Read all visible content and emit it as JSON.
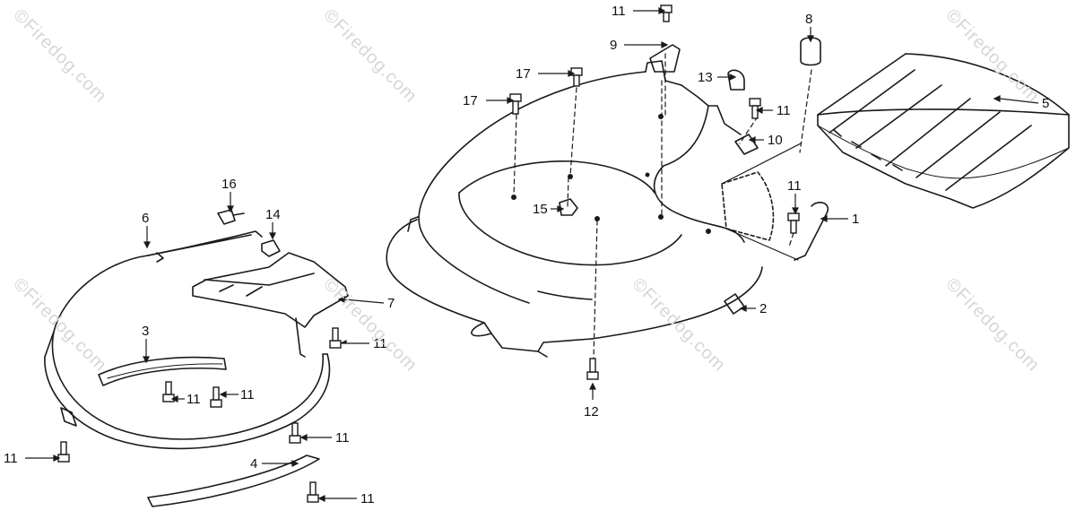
{
  "watermark": "©Firedog.com",
  "callouts": [
    {
      "id": "c11a",
      "label": "11"
    },
    {
      "id": "c9",
      "label": "9"
    },
    {
      "id": "c17a",
      "label": "17"
    },
    {
      "id": "c17b",
      "label": "17"
    },
    {
      "id": "c13",
      "label": "13"
    },
    {
      "id": "c11b",
      "label": "11"
    },
    {
      "id": "c10",
      "label": "10"
    },
    {
      "id": "c8",
      "label": "8"
    },
    {
      "id": "c5",
      "label": "5"
    },
    {
      "id": "c15",
      "label": "15"
    },
    {
      "id": "c11c",
      "label": "11"
    },
    {
      "id": "c1",
      "label": "1"
    },
    {
      "id": "c2",
      "label": "2"
    },
    {
      "id": "c12",
      "label": "12"
    },
    {
      "id": "c16",
      "label": "16"
    },
    {
      "id": "c6",
      "label": "6"
    },
    {
      "id": "c14",
      "label": "14"
    },
    {
      "id": "c7",
      "label": "7"
    },
    {
      "id": "c3",
      "label": "3"
    },
    {
      "id": "c11d",
      "label": "11"
    },
    {
      "id": "c11e",
      "label": "11"
    },
    {
      "id": "c11f",
      "label": "11"
    },
    {
      "id": "c11g",
      "label": "11"
    },
    {
      "id": "c11h",
      "label": "11"
    },
    {
      "id": "c4",
      "label": "4"
    },
    {
      "id": "c11i",
      "label": "11"
    }
  ]
}
